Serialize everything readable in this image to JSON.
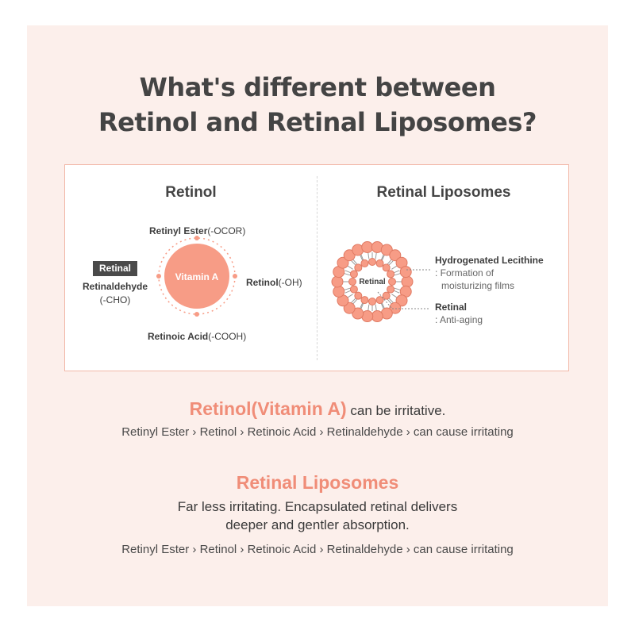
{
  "headline": {
    "line1": "What's different between",
    "line2": "Retinol and Retinal Liposomes?"
  },
  "retinol_panel": {
    "title": "Retinol",
    "center_label": "Vitamin A",
    "top": {
      "name": "Retinyl Ester",
      "group": "(-OCOR)"
    },
    "right": {
      "name": "Retinol",
      "group": "(-OH)"
    },
    "bottom": {
      "name": "Retinoic Acid",
      "group": "(-COOH)"
    },
    "left_tag": "Retinal",
    "left_name": "Retinaldehyde",
    "left_group": "(-CHO)"
  },
  "liposome_panel": {
    "title": "Retinal Liposomes",
    "core_label": "Retinal",
    "label1_title": "Hydrogenated Lecithine",
    "label1_line1": ": Formation of",
    "label1_line2": "moisturizing films",
    "label2_title": "Retinal",
    "label2_line1": ": Anti-aging"
  },
  "section1": {
    "accent": "Retinol(Vitamin A)",
    "rest": " can be irritative.",
    "sub": "Retinyl Ester › Retinol › Retinoic Acid › Retinaldehyde › can cause irritating"
  },
  "section2": {
    "accent": "Retinal Liposomes",
    "line1": "Far less irritating. Encapsulated retinal delivers",
    "line2": "deeper and gentler absorption.",
    "sub": "Retinyl Ester › Retinol › Retinoic Acid › Retinaldehyde › can cause irritating"
  },
  "colors": {
    "accent": "#f08d78",
    "background": "#fcefeb",
    "panel_border": "#f2b8a8",
    "circle": "#f79c86",
    "text_dark": "#444444"
  }
}
